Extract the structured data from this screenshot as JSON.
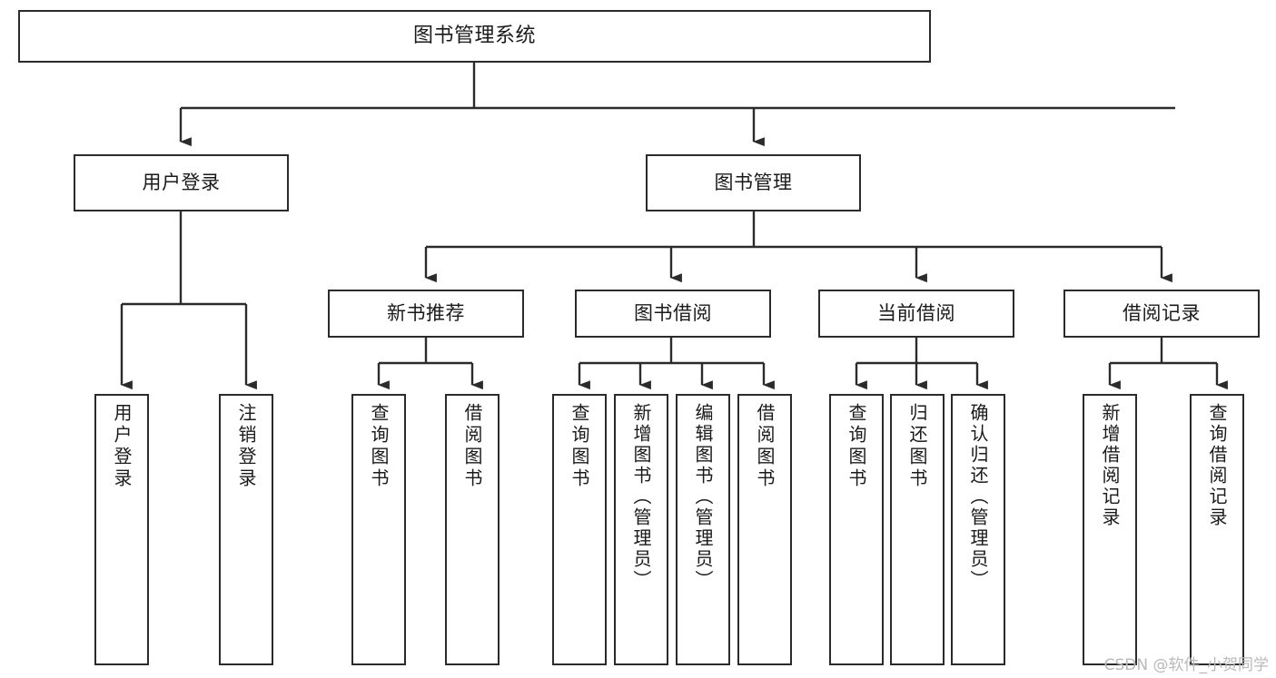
{
  "diagram": {
    "type": "tree",
    "title": "图书管理系统",
    "orientation": "top-down",
    "colors": {
      "box_border": "#2b2b2b",
      "box_fill": "#ffffff",
      "edge": "#2b2b2b",
      "text": "#1a1a1a",
      "background": "#ffffff",
      "watermark": "#b9b9b9"
    }
  },
  "watermark": {
    "text": "CSDN @软件_小贺同学"
  },
  "nodes": {
    "root": {
      "label": "图书管理系统"
    },
    "level2": [
      {
        "label": "用户登录"
      },
      {
        "label": "图书管理"
      }
    ],
    "level3": [
      {
        "label": "新书推荐"
      },
      {
        "label": "图书借阅"
      },
      {
        "label": "当前借阅"
      },
      {
        "label": "借阅记录"
      }
    ],
    "leaves": {
      "user_login": [
        {
          "label": "用户登录"
        },
        {
          "label": "注销登录"
        }
      ],
      "new_book": [
        {
          "label": "查询图书"
        },
        {
          "label": "借阅图书"
        }
      ],
      "book_borrow": [
        {
          "label": "查询图书"
        },
        {
          "label": "新增图书（管理员）"
        },
        {
          "label": "编辑图书（管理员）"
        },
        {
          "label": "借阅图书"
        }
      ],
      "current_borrow": [
        {
          "label": "查询图书"
        },
        {
          "label": "归还图书"
        },
        {
          "label": "确认归还（管理员）"
        }
      ],
      "borrow_record": [
        {
          "label": "新增借阅记录"
        },
        {
          "label": "查询借阅记录"
        }
      ]
    }
  }
}
